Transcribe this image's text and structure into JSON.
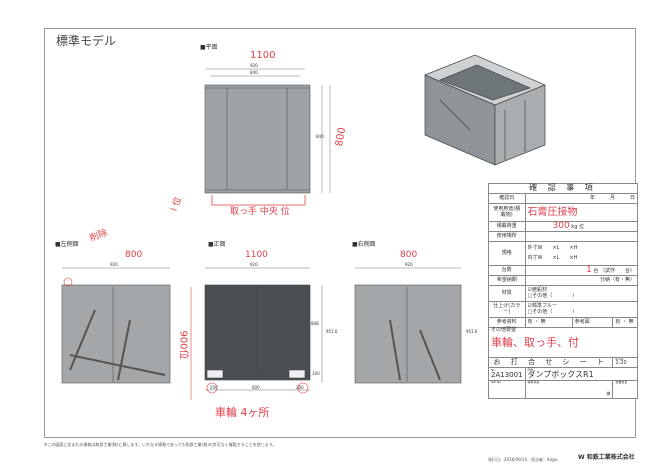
{
  "title": "標準モデル",
  "views": {
    "plan": "■平面",
    "left": "■左側面",
    "front": "■正面",
    "right": "■右側面"
  },
  "dims": {
    "plan_w": "920",
    "plan_inner": "840",
    "plan_d": "840",
    "front_w": "920",
    "front_h": "951.6",
    "front_inner_h": "808",
    "front_base": "100",
    "wheel_l": "200",
    "wheel_mid": "600",
    "wheel_r": "200",
    "side_w": "920",
    "side_h": "951.6"
  },
  "handwritten": {
    "plan_w": "1100",
    "plan_d": "800",
    "handle": "取っ手 中央 位",
    "plan_side": "I 位",
    "left_note": "削除",
    "left_w": "800",
    "left_h": "900位",
    "front_w": "1100",
    "wheels": "車輪 4ヶ所",
    "right_w": "800"
  },
  "spec": {
    "header": "確 認 事 項",
    "date_label": "確認日",
    "date_value": "年　　　月　　　日",
    "use_label": "使用用途(積載物)",
    "use_value": "石膏圧接物",
    "load_label": "積載荷重",
    "load_value": "300",
    "load_unit": "kg 位",
    "place_label": "使用場所",
    "size_label": "規格",
    "outer": "外寸W　　×L　　×H",
    "inner": "内寸W　　×L　　×H",
    "qty_label": "台数",
    "qty_value": "1",
    "qty_unit": "台 （試作　　台）",
    "delivery_label": "希望納期",
    "delivery_value": "分納（有・無）",
    "material_label": "材質",
    "material_opt1": "☑亜鉛材",
    "material_opt2": "□その他（　　　　）",
    "finish_label": "仕上げ(カラー)",
    "finish_opt1": "☑標準ブルー",
    "finish_opt2": "□その他（　　　　）",
    "ref_doc_label": "参考資料",
    "ref_doc_value": "有 ・ 無",
    "ref_fig_label": "参考図",
    "ref_fig_value": "有 ・ 無",
    "other_label": "その他要望",
    "other_value": "車輪、取っ手、付",
    "sheet_title": "お 打 合 せ シ ー ト",
    "scale_label": "Scale",
    "scale": "1:20",
    "number_label": "No.",
    "number": "2A13001",
    "name_label": "品名",
    "name": "ダンプボックスR1",
    "sw_label": "SW No.",
    "client_label": "得意先名",
    "client_suffix": "様",
    "staff_label": "営業担当"
  },
  "footer": {
    "note": "※この図面に含まれる情報は和鉄工業(株)に属します。いかなる情報であっても和鉄工業(株)の許可なく複製することを禁じます。",
    "date": "発行日：2016/09/14",
    "author": "担当者：Kaga",
    "company": "W 和鉄工業株式会社"
  }
}
